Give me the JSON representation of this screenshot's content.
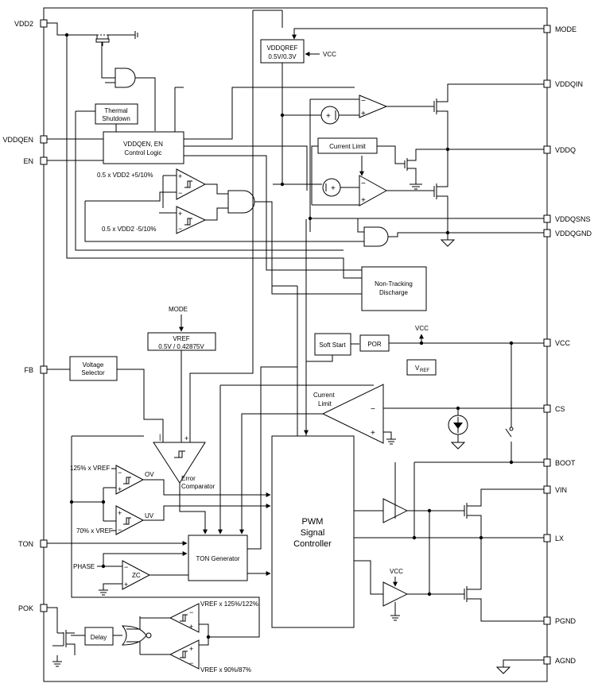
{
  "pins": {
    "vdd2": "VDD2",
    "vddqen": "VDDQEN",
    "en": "EN",
    "fb": "FB",
    "ton": "TON",
    "pok": "POK",
    "mode": "MODE",
    "vddqin": "VDDQIN",
    "vddq": "VDDQ",
    "vddqsns": "VDDQSNS",
    "vddqgnd": "VDDQGND",
    "vcc": "VCC",
    "cs": "CS",
    "boot": "BOOT",
    "vin": "VIN",
    "lx": "LX",
    "pgnd": "PGND",
    "agnd": "AGND"
  },
  "blocks": {
    "vddqref_line1": "VDDQREF",
    "vddqref_line2": "0.5V/0.3V",
    "thermal_line1": "Thermal",
    "thermal_line2": "Shutdown",
    "ctrl_line1": "VDDQEN, EN",
    "ctrl_line2": "Control Logic",
    "current_limit_box": "Current Limit",
    "nontrack_line1": "Non-Tracking",
    "nontrack_line2": "Discharge",
    "vref_line1": "VREF",
    "vref_line2": "0.5V / 0.42875V",
    "soft_start": "Soft Start",
    "por": "POR",
    "vref_box": "V",
    "vref_box_sub": "REF",
    "voltsel_line1": "Voltage",
    "voltsel_line2": "Selector",
    "ton_gen": "TON Generator",
    "pwm_line1": "PWM",
    "pwm_line2": "Signal",
    "pwm_line3": "Controller",
    "delay": "Delay"
  },
  "labels": {
    "vcc_arrow": "VCC",
    "vcc_top": "VCC",
    "vcc_low": "VCC",
    "mode_in": "MODE",
    "win_hi": "0.5 x VDD2 +5/10%",
    "win_lo": "0.5 x VDD2 -5/10%",
    "cl_line1": "Current",
    "cl_line2": "Limit",
    "err_line1": "Error",
    "err_line2": "Comparator",
    "ov_ref": "125% x VREF",
    "uv_ref": "70% x VREF",
    "ov": "OV",
    "uv": "UV",
    "phase": "PHASE",
    "zc": "ZC",
    "pok_hi": "VREF x 125%/122%",
    "pok_lo": "VREF x 90%/87%"
  },
  "icons": [
    "ground-icon",
    "nmos-icon",
    "hysteresis-icon",
    "current-source-icon",
    "switch-icon"
  ]
}
